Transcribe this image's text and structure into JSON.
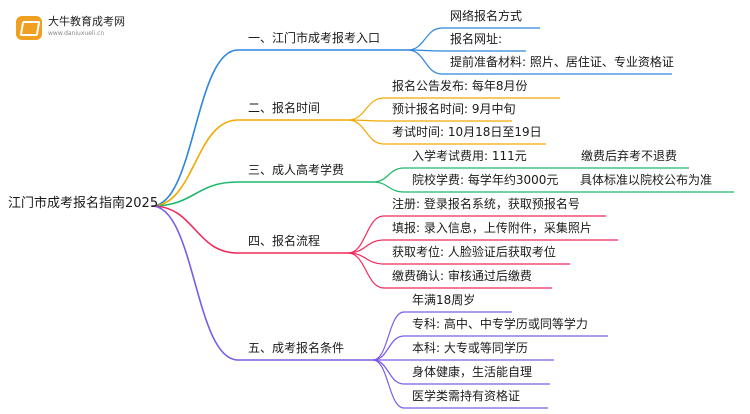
{
  "logo": {
    "title": "大牛教育成考网",
    "url": "www.daniuxueli.cn"
  },
  "root": {
    "label": "江门市成考报名指南2025"
  },
  "colors": {
    "blue": "#2e86de",
    "orange": "#f2a900",
    "green": "#1fb86a",
    "red": "#ef2b5c",
    "purple": "#7b5ce6"
  },
  "branches": [
    {
      "label": "一、江门市成考报考入口",
      "color": "blue",
      "children": [
        {
          "label": "网络报名方式"
        },
        {
          "label": "报名网址:"
        },
        {
          "label": "提前准备材料: 照片、居住证、专业资格证"
        }
      ]
    },
    {
      "label": "二、报名时间",
      "color": "orange",
      "children": [
        {
          "label": "报名公告发布: 每年8月份"
        },
        {
          "label": "预计报名时间: 9月中旬"
        },
        {
          "label": "考试时间: 10月18日至19日"
        }
      ]
    },
    {
      "label": "三、成人高考学费",
      "color": "green",
      "children": [
        {
          "label": "入学考试费用: 111元",
          "note": "缴费后弃考不退费"
        },
        {
          "label": "院校学费: 每学年约3000元",
          "note": "具体标准以院校公布为准"
        }
      ]
    },
    {
      "label": "四、报名流程",
      "color": "red",
      "children": [
        {
          "label": "注册: 登录报名系统，获取预报名号"
        },
        {
          "label": "填报: 录入信息，上传附件，采集照片"
        },
        {
          "label": "获取考位: 人脸验证后获取考位"
        },
        {
          "label": "缴费确认: 审核通过后缴费"
        }
      ]
    },
    {
      "label": "五、成考报名条件",
      "color": "purple",
      "children": [
        {
          "label": "年满18周岁"
        },
        {
          "label": "专科: 高中、中专学历或同等学力"
        },
        {
          "label": "本科: 大专或等同学历"
        },
        {
          "label": "身体健康，生活能自理"
        },
        {
          "label": "医学类需持有资格证"
        }
      ]
    }
  ]
}
